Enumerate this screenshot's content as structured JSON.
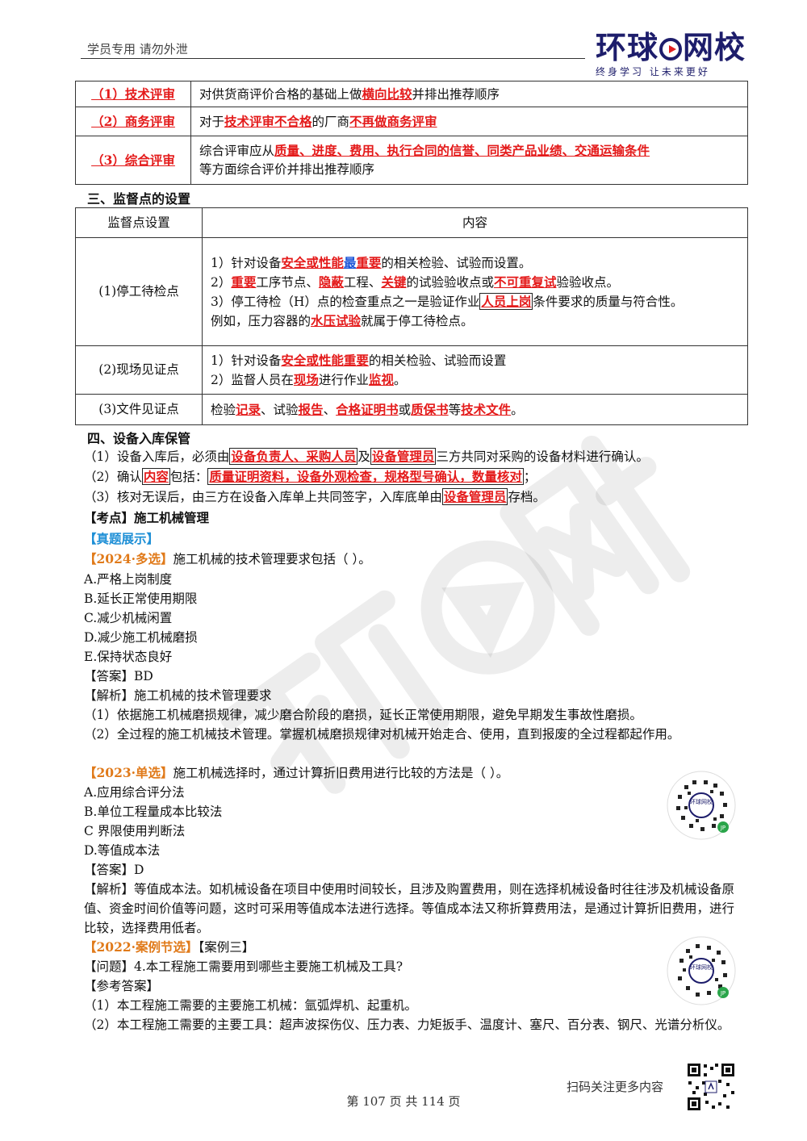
{
  "header": {
    "left_text": "学员专用 请勿外泄",
    "logo_part1": "环球",
    "logo_part2": "网校",
    "logo_slogan": "终身学习 让未来更好"
  },
  "evaluation_table": {
    "rows": [
      {
        "label": "（1）技术评审",
        "t1": "对供货商评价合格的基础上做",
        "h1": "横向比较",
        "t2": "并排出推荐顺序"
      },
      {
        "label": "（2）商务评审",
        "t1": "对于",
        "h1": "技术评审不合格",
        "t2": "的厂商",
        "h2": "不再做商务评审"
      },
      {
        "label": "（3）综合评审",
        "t1": "综合评审应从",
        "h1": "质量、进度、费用、执行合同的信誉、同类产品业绩、交通运输条件",
        "t2": "等方面综合评价并排出推荐顺序"
      }
    ]
  },
  "section3": {
    "title": "三、监督点的设置",
    "col1": "监督点设置",
    "col2": "内容",
    "r1": {
      "label": "(1)停工待检点",
      "l1a": "1）针对设备",
      "l1b": "安全或性能",
      "l1c": "最",
      "l1d": "重要",
      "l1e": "的相关检验、试验而设置。",
      "l2a": "2）",
      "l2b": "重要",
      "l2c": "工序节点、",
      "l2d": "隐蔽",
      "l2e": "工程、",
      "l2f": "关键",
      "l2g": "的试验验收点或",
      "l2h": "不可重复试",
      "l2i": "验验收点。",
      "l3a": "3）停工待检（H）点的检查重点之一是验证作业",
      "l3b": "人员上岗",
      "l3c": "条件要求的质量与符合性。",
      "l4a": "例如，压力容器的",
      "l4b": "水压试验",
      "l4c": "就属于停工待检点。"
    },
    "r2": {
      "label": "(2)现场见证点",
      "l1a": "1）针对设备",
      "l1b": "安全或性能重要",
      "l1c": "的相关检验、试验而设置",
      "l2a": "2）监督人员在",
      "l2b": "现场",
      "l2c": "进行作业",
      "l2d": "监视",
      "l2e": "。"
    },
    "r3": {
      "label": "(3)文件见证点",
      "a": "检验",
      "b": "记录",
      "c": "、试验",
      "d": "报告",
      "e": "、",
      "f": "合格证明书",
      "g": "或",
      "h": "质保书",
      "i": "等",
      "j": "技术文件",
      "k": "。"
    }
  },
  "section4": {
    "title": "四、设备入库保管",
    "p1a": "（1）设备入库后，必须由",
    "p1b": "设备负责人、采购人员",
    "p1c": "及",
    "p1d": "设备管理员",
    "p1e": "三方共同对采购的设备材料进行确认。",
    "p2a": "（2）确认",
    "p2b": "内容",
    "p2c": "包括：",
    "p2d": "质量证明资料，设备外观检查，规格型号确认，数量核对",
    "p2e": "；",
    "p3a": "（3）核对无误后，由三方在设备入库单上共同签字，入库底单由",
    "p3b": "设备管理员",
    "p3c": "存档。"
  },
  "kaodian": {
    "title": "【考点】施工机械管理",
    "zhenti": "【真题展示】"
  },
  "q2024": {
    "tag": "【2024·多选】",
    "stem": "施工机械的技术管理要求包括（ ）。",
    "options": [
      "A.严格上岗制度",
      "B.延长正常使用期限",
      "C.减少机械闲置",
      "D.减少施工机械磨损",
      "E.保持状态良好"
    ],
    "answer": "【答案】BD",
    "analysis_title": "【解析】施工机械的技术管理要求",
    "a1": "（1）依据施工机械磨损规律，减少磨合阶段的磨损，延长正常使用期限，避免早期发生事故性磨损。",
    "a2": "（2）全过程的施工机械技术管理。掌握机械磨损规律对机械开始走合、使用，直到报废的全过程都起作用。"
  },
  "q2023": {
    "tag": "【2023·单选】",
    "stem": "施工机械选择时，通过计算折旧费用进行比较的方法是（ ）。",
    "options": [
      "A.应用综合评分法",
      "B.单位工程量成本比较法",
      "C 界限使用判断法",
      "D.等值成本法"
    ],
    "answer": "【答案】D",
    "analysis": "【解析】等值成本法。如机械设备在项目中使用时间较长，且涉及购置费用，则在选择机械设备时往往涉及机械设备原值、资金时间价值等问题，这时可采用等值成本法进行选择。等值成本法又称折算费用法，是通过计算折旧费用，进行比较，选择费用低者。"
  },
  "q2022": {
    "tag": "【2022·案例节选】",
    "case": "【案例三】",
    "question": "【问题】4.本工程施工需要用到哪些主要施工机械及工具?",
    "ref": "【参考答案】",
    "r1": "（1）本工程施工需要的主要施工机械：氩弧焊机、起重机。",
    "r2": "（2）本工程施工需要的主要工具：超声波探伤仪、压力表、力矩扳手、温度计、塞尺、百分表、钢尺、光谱分析仪。"
  },
  "qr_labels": {
    "center": "环球网校",
    "badge": "JP"
  },
  "footer": {
    "scan": "扫码关注更多内容",
    "page": "第 107 页 共 114 页"
  }
}
